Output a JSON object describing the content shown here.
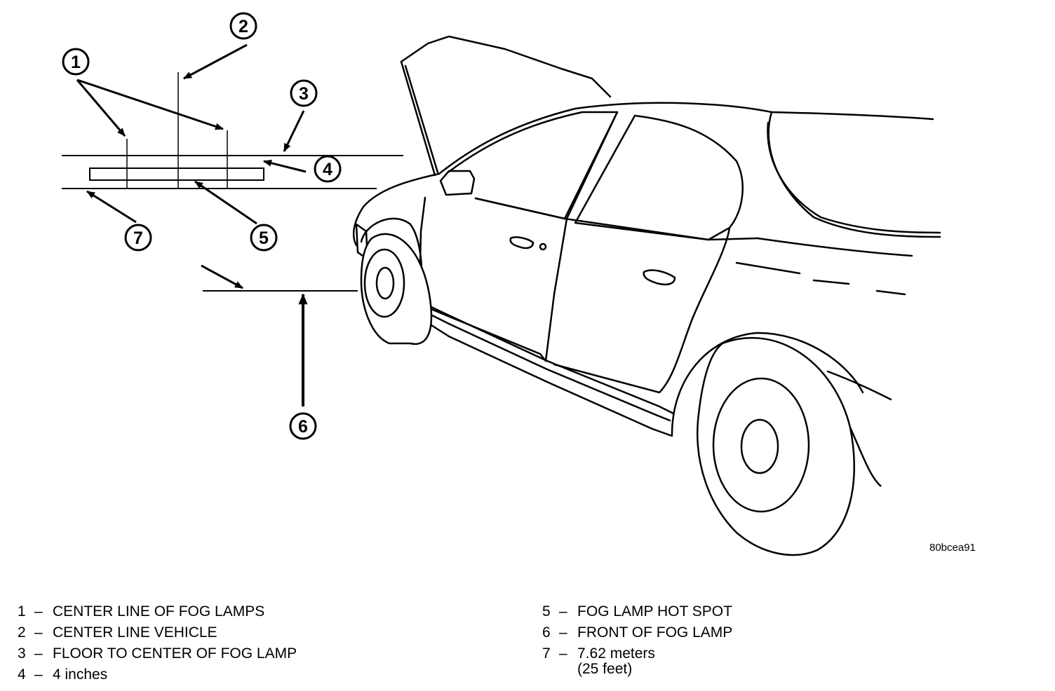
{
  "figure": {
    "id_code": "80bcea91",
    "callouts": [
      "1",
      "2",
      "3",
      "4",
      "5",
      "6",
      "7"
    ]
  },
  "legend": {
    "left": [
      {
        "num": "1",
        "dash": "–",
        "text": "CENTER LINE OF FOG LAMPS"
      },
      {
        "num": "2",
        "dash": "–",
        "text": "CENTER LINE VEHICLE"
      },
      {
        "num": "3",
        "dash": "–",
        "text": "FLOOR TO CENTER OF FOG LAMP"
      },
      {
        "num": "4",
        "dash": "–",
        "text": "4 inches"
      }
    ],
    "right": [
      {
        "num": "5",
        "dash": "–",
        "text": "FOG LAMP HOT SPOT"
      },
      {
        "num": "6",
        "dash": "–",
        "text": "FRONT OF FOG LAMP"
      },
      {
        "num": "7",
        "dash": "–",
        "text": "7.62 meters\n(25 feet)"
      }
    ]
  }
}
